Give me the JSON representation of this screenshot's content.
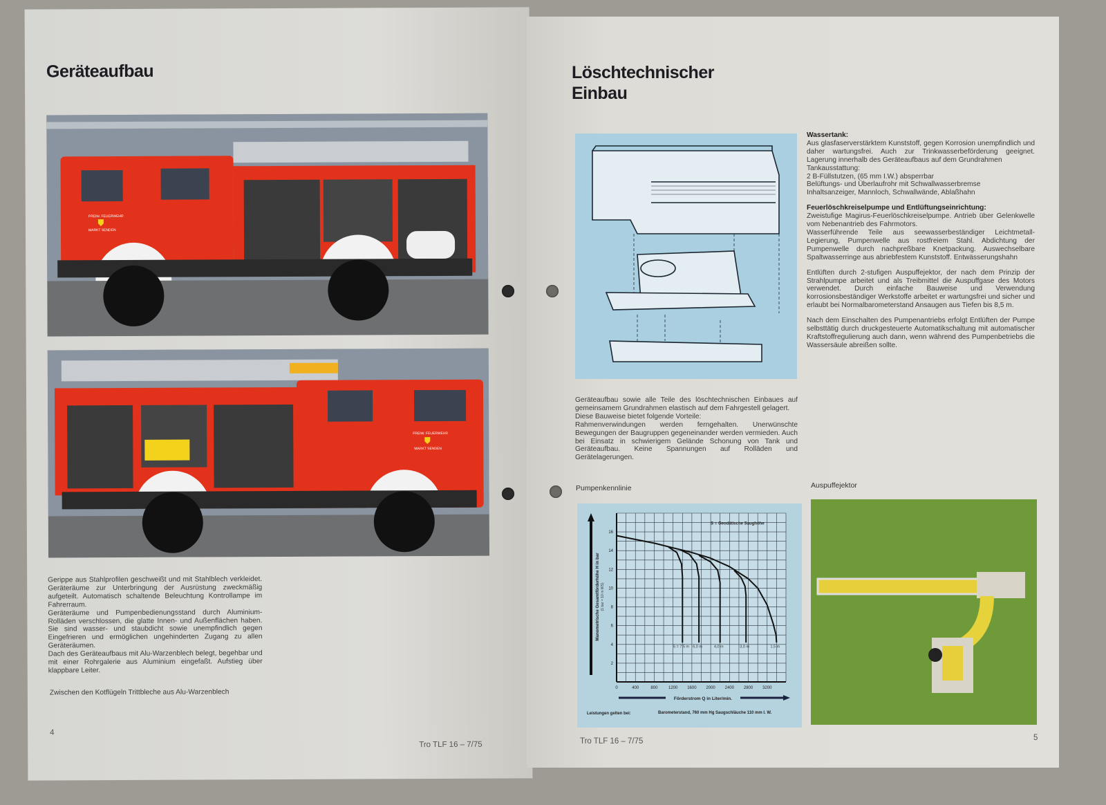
{
  "left_page": {
    "title": "Geräteaufbau",
    "body": [
      "Gerippe aus Stahlprofilen geschweißt und mit Stahlblech verkleidet. Geräteräume zur Unterbringung der Ausrüstung zweckmäßig aufgeteilt. Automatisch schaltende Beleuchtung Kontrollampe im Fahrerraum.",
      "Geräteräume und Pumpenbedienungsstand durch Aluminium-Rolläden verschlossen, die glatte Innen- und Außenflächen haben. Sie sind wasser- und staubdicht sowie unempfindlich gegen Eingefrieren und ermöglichen ungehinderten Zugang zu allen Geräteräumen.",
      "Dach des Geräteaufbaus mit Alu-Warzenblech belegt, begehbar und mit einer Rohrgalerie aus Aluminium eingefaßt. Aufstieg über klappbare Leiter."
    ],
    "note": "Zwischen den Kotflügeln Trittbleche aus Alu-Warzenblech",
    "page_number": "4",
    "footer": "Tro TLF 16 – 7/75",
    "truck_door_text": [
      "FREIW. FEUERWEHR",
      "MARKT SENDEN"
    ]
  },
  "right_page": {
    "title_line1": "Löschtechnischer",
    "title_line2": "Einbau",
    "wassertank": {
      "heading": "Wassertank:",
      "lines": [
        "Aus glasfaserverstärktem Kunststoff, gegen Korrosion unempfindlich und daher wartungsfrei. Auch zur Trinkwasserbeförderung geeignet. Lagerung innerhalb des Geräteaufbaus auf dem Grundrahmen",
        "Tankausstattung:",
        "2 B-Füllstutzen, (65 mm I.W.) absperrbar",
        "Belüftungs- und Überlaufrohr mit Schwallwasserbremse",
        "Inhaltsanzeiger, Mannloch, Schwallwände, Ablaßhahn"
      ]
    },
    "pumpe": {
      "heading": "Feuerlöschkreiselpumpe und Entlüftungseinrichtung:",
      "lines": [
        "Zweistufige Magirus-Feuerlöschkreiselpumpe. Antrieb über Gelenkwelle vom Nebenantrieb des Fahrmotors.",
        "Wasserführende Teile aus seewasserbeständiger Leichtmetall-Legierung, Pumpenwelle aus rostfreiem Stahl. Abdichtung der Pumpenwelle durch nachpreßbare Knetpackung. Auswechselbare Spaltwasserringe aus abriebfestem Kunststoff. Entwässerungshahn"
      ]
    },
    "entlueften": "Entlüften durch 2-stufigen Auspuffejektor, der nach dem Prinzip der Strahlpumpe arbeitet und als Treibmittel die Auspuffgase des Motors verwendet. Durch einfache Bauweise und Verwendung korrosionsbeständiger Werkstoffe arbeitet er wartungsfrei und sicher und erlaubt bei Normalbarometerstand Ansaugen aus Tiefen bis 8,5 m.",
    "einschalten": "Nach dem Einschalten des Pumpenantriebs erfolgt Entlüften der Pumpe selbsttätig durch druckgesteuerte Automatikschaltung mit automatischer Kraftstoffregulierung auch dann, wenn während des Pumpenbetriebs die Wassersäule abreißen sollte.",
    "aufbau_text": [
      "Geräteaufbau sowie alle Teile des löschtechnischen Einbaues auf gemeinsamem Grundrahmen elastisch auf dem Fahrgestell gelagert.",
      "Diese Bauweise bietet folgende Vorteile:",
      "Rahmenverwindungen werden ferngehalten. Unerwünschte Bewegungen der Baugruppen gegeneinander werden vermieden. Auch bei Einsatz in schwierigem Gelände Schonung von Tank und Geräteaufbau. Keine Spannungen auf Rolläden und Gerätelagerungen."
    ],
    "caption_chart": "Pumpenkennlinie",
    "caption_photo": "Auspuffejektor",
    "footer": "Tro TLF 16 – 7/75",
    "page_number": "5"
  },
  "chart_data": {
    "type": "line",
    "title": "Pumpenkennlinie",
    "xlabel": "Förderstrom Q in Liter/min.",
    "ylabel": "Manometrische Gesamtförderhöhe H in bar",
    "ylabel_sub": "(1 bar = 10 m WS)",
    "xlim": [
      0,
      3600
    ],
    "ylim": [
      0,
      18
    ],
    "xticks": [
      0,
      400,
      800,
      1200,
      1600,
      2000,
      2400,
      2800,
      3200
    ],
    "yticks": [
      2,
      4,
      6,
      8,
      10,
      12,
      14,
      16
    ],
    "grid": true,
    "legend_note": "S = Geodätische Saughöhe",
    "conditions_label": "Leistungen gelten bei:",
    "conditions": "Barometerstand, 760 mm Hg   Saugschläuche 110 mm I. W.",
    "series": [
      {
        "name": "1,5 m",
        "label": "1,5 m",
        "points": [
          [
            0,
            15.6
          ],
          [
            400,
            15.2
          ],
          [
            800,
            14.8
          ],
          [
            1200,
            14.3
          ],
          [
            1600,
            13.8
          ],
          [
            2000,
            13.2
          ],
          [
            2400,
            12.3
          ],
          [
            2800,
            11.0
          ],
          [
            3000,
            10.0
          ],
          [
            3200,
            8.2
          ],
          [
            3330,
            6.2
          ],
          [
            3390,
            5.0
          ],
          [
            3400,
            4.2
          ]
        ]
      },
      {
        "name": "3,0 m",
        "label": "3,0 m",
        "points": [
          [
            2500,
            11.9
          ],
          [
            2650,
            11.1
          ],
          [
            2730,
            10.2
          ],
          [
            2750,
            9.2
          ],
          [
            2750,
            4.2
          ]
        ]
      },
      {
        "name": "4,0 m",
        "label": "4,0 m",
        "points": [
          [
            1750,
            13.5
          ],
          [
            2000,
            12.8
          ],
          [
            2150,
            11.9
          ],
          [
            2200,
            10.6
          ],
          [
            2200,
            4.2
          ]
        ]
      },
      {
        "name": "6,0 m",
        "label": "6,0 m",
        "points": [
          [
            1350,
            14.1
          ],
          [
            1550,
            13.6
          ],
          [
            1700,
            12.6
          ],
          [
            1750,
            11.2
          ],
          [
            1750,
            4.2
          ]
        ]
      },
      {
        "name": "7,5 m",
        "label": "S = 7,5 m",
        "points": [
          [
            1100,
            14.4
          ],
          [
            1280,
            13.8
          ],
          [
            1380,
            12.6
          ],
          [
            1400,
            11.2
          ],
          [
            1400,
            4.2
          ]
        ]
      }
    ]
  },
  "colors": {
    "truck_red": "#e3321c",
    "diagram_bg": "#a9cfe0",
    "photo_bg": "#6f9a3a"
  }
}
